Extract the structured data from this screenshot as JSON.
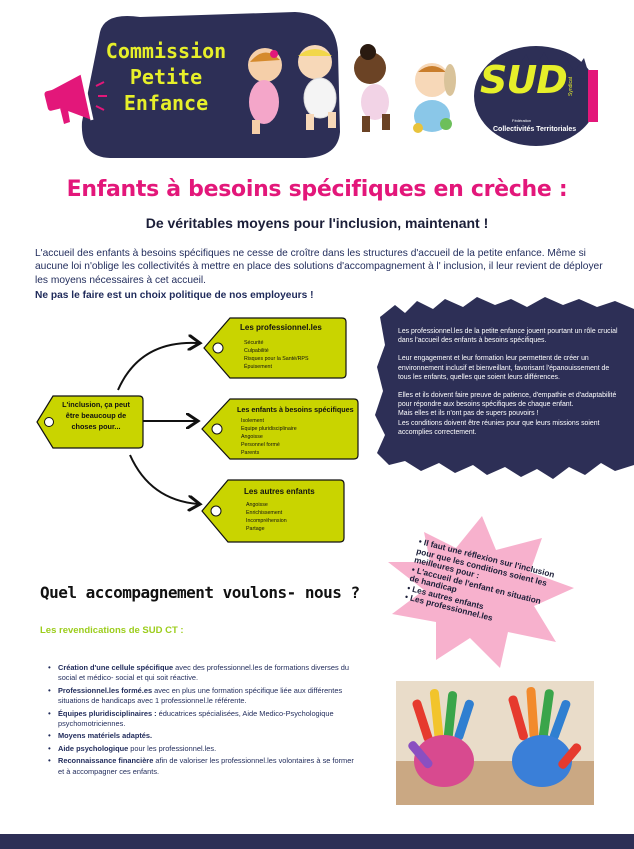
{
  "header": {
    "title_lines": [
      "Commission",
      "Petite",
      "Enfance"
    ],
    "logo": {
      "name": "SUD",
      "side_text": "Syndicat",
      "small_text": "Fédération",
      "subtitle": "Collectivités Territoriales"
    }
  },
  "main_title": "Enfants à besoins spécifiques en crèche :",
  "subtitle": "De véritables moyens pour l'inclusion, maintenant !",
  "intro": {
    "paragraph": "L'accueil des enfants à besoins spécifiques ne cesse de croître dans les structures d'accueil de la petite enfance. Même si aucune loi n'oblige les collectivités à mettre en place des solutions d'accompagnement à l' inclusion, il leur revient de déployer les moyens nécessaires à cet accueil.",
    "strong": "Ne pas le faire est un choix politique de nos employeurs !"
  },
  "diagram": {
    "source": {
      "text": "L'inclusion, ça peut être beaucoup de choses pour..."
    },
    "targets": [
      {
        "title": "Les professionnel.les",
        "items": [
          "Sécurité",
          "Culpabilité",
          "Risques pour la Santé/RPS",
          "Épuisement"
        ]
      },
      {
        "title": "Les enfants à besoins spécifiques",
        "items": [
          "Isolement",
          "Equipe pluridisciplinaire",
          "Angoisse",
          "Personnel formé",
          "Parents"
        ]
      },
      {
        "title": "Les autres enfants",
        "items": [
          "Angoisse",
          "Enrichissement",
          "Incompréhension",
          "Partage"
        ]
      }
    ]
  },
  "panel": {
    "paragraphs": [
      "Les professionnel.les de la petite enfance jouent pourtant un rôle crucial dans l'accueil des enfants à besoins spécifiques.",
      "Leur engagement et leur formation leur permettent de créer un environnement inclusif et bienveillant, favorisant l'épanouissement de tous les enfants, quelles que soient leurs différences.",
      "Elles et ils doivent faire preuve de patience, d'empathie et d'adaptabilité pour répondre aux besoins spécifiques de chaque enfant.\nMais elles et ils n'ont pas de supers pouvoirs !\n Les conditions doivent être réunies pour que leurs missions soient accomplies correctement."
    ]
  },
  "star": {
    "items": [
      "Il faut une réflexion sur l'inclusion pour que les conditions soient les meilleures pour :",
      "L'accueil de l'enfant en situation de handicap",
      "Les autres enfants",
      "Les professionnel.les"
    ]
  },
  "section_title": "Quel accompagnement voulons- nous ?",
  "claims_heading": "Les revendications de SUD CT :",
  "claims": [
    {
      "strong": "Création d'une cellule spécifique",
      "rest": " avec des professionnel.les de formations diverses du social et médico- social et qui soit réactive."
    },
    {
      "strong": "Professionnel.les formé.es",
      "rest": " avec en plus une formation spécifique liée aux différentes situations de handicaps avec 1 professionnel.le référente."
    },
    {
      "strong": "Équipes pluridisciplinaires :",
      "rest": " éducatrices spécialisées, Aide Medico-Psychologique psychomotriciennes."
    },
    {
      "strong": "Moyens matériels adaptés.",
      "rest": ""
    },
    {
      "strong": "Aide psychologique",
      "rest": " pour les professionnel.les."
    },
    {
      "strong": "Reconnaissance financière",
      "rest": " afin de valoriser les professionnel.les volontaires à se former et à accompagner ces enfants."
    }
  ],
  "colors": {
    "navy": "#2d2f56",
    "pink": "#e3177a",
    "yellow": "#e6ef2a",
    "tag_green": "#c9d400",
    "lime": "#9ccd1c",
    "star_pink": "#f7b1cd"
  },
  "icons": [
    "megaphone-icon",
    "arrow-icon"
  ]
}
